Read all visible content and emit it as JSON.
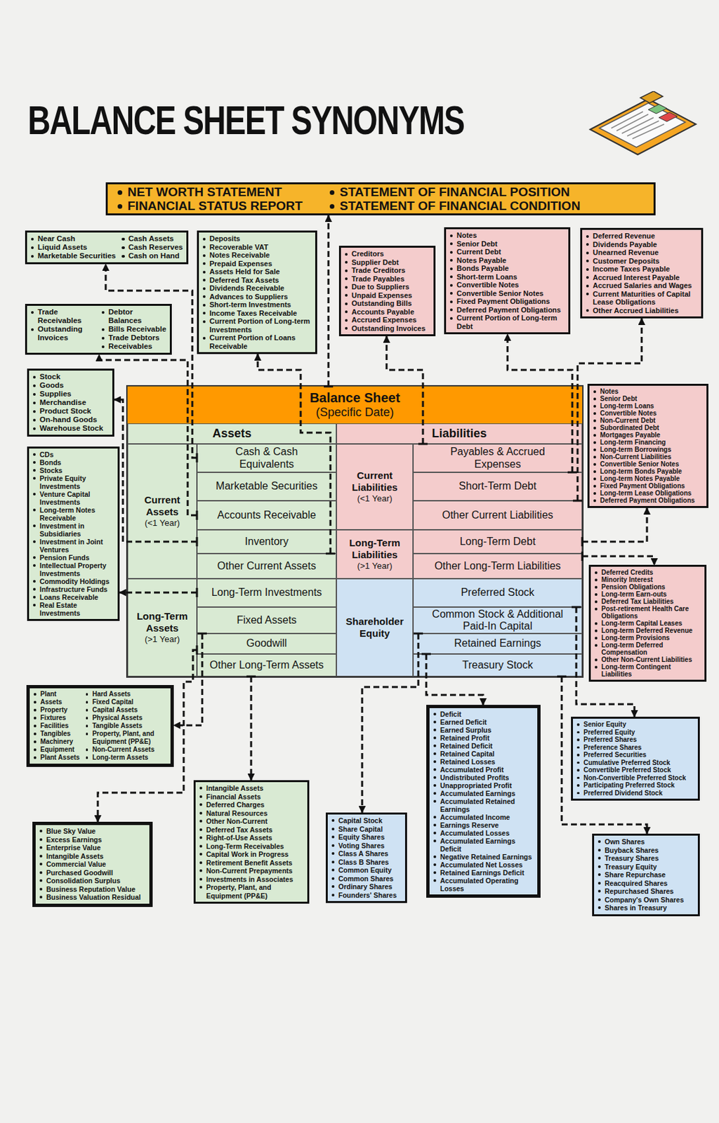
{
  "diagram": {
    "title": "BALANCE SHEET SYNONYMS",
    "nodes": [
      {
        "text": [
          "NET WORTH STATEMENT",
          "FINANCIAL STATUS REPORT",
          "STATEMENT OF FINANCIAL POSITION",
          "STATEMENT OF FINANCIAL CONDITION"
        ]
      },
      {
        "text": [
          "Near Cash",
          "Liquid Assets",
          "Marketable Securities",
          "Cash Assets",
          "Cash Reserves",
          "Cash on Hand"
        ]
      },
      {
        "text": [
          "Deposits",
          "Recoverable VAT",
          "Notes Receivable",
          "Prepaid Expenses",
          "Assets Held for Sale",
          "Deferred Tax Assets",
          "Dividends Receivable",
          "Advances to Suppliers",
          "Short-term Investments",
          "Income Taxes Receivable",
          "Current Portion of Long-term Investments",
          "Current Portion of Loans Receivable"
        ]
      },
      {
        "text": [
          "Creditors",
          "Supplier Debt",
          "Trade Creditors",
          "Trade Payables",
          "Due to Suppliers",
          "Unpaid Expenses",
          "Outstanding Bills",
          "Accounts Payable",
          "Accrued Expenses",
          "Outstanding Invoices"
        ]
      },
      {
        "text": [
          "Notes",
          "Senior Debt",
          "Current Debt",
          "Notes Payable",
          "Bonds Payable",
          "Short-term Loans",
          "Convertible Notes",
          "Convertible Senior Notes",
          "Fixed Payment Obligations",
          "Deferred Payment Obligations",
          "Current Portion of Long-term Debt"
        ]
      },
      {
        "text": [
          "Deferred Revenue",
          "Dividends Payable",
          "Unearned Revenue",
          "Customer Deposits",
          "Income Taxes Payable",
          "Accrued Interest Payable",
          "Accrued Salaries and Wages",
          "Current Maturities of Capital Lease Obligations",
          "Other Accrued Liabilities"
        ]
      },
      {
        "text": [
          "Trade Receivables",
          "Outstanding Invoices",
          "Debtor Balances",
          "Bills Receivable",
          "Trade Debtors",
          "Receivables"
        ]
      },
      {
        "text": [
          "Stock",
          "Goods",
          "Supplies",
          "Merchandise",
          "Product Stock",
          "On-hand Goods",
          "Warehouse Stock"
        ]
      },
      {
        "text": [
          "Notes",
          "Senior Debt",
          "Long-term Loans",
          "Convertible Notes",
          "Non-Current Debt",
          "Subordinated Debt",
          "Mortgages Payable",
          "Long-term Financing",
          "Long-term Borrowings",
          "Non-Current Liabilities",
          "Convertible Senior Notes",
          "Long-term Bonds Payable",
          "Long-term Notes Payable",
          "Fixed Payment Obligations",
          "Long-term Lease Obligations",
          "Deferred Payment Obligations"
        ]
      },
      {
        "text": [
          "Balance Sheet",
          "(Specific Date)"
        ]
      },
      {
        "text": [
          "Assets"
        ],
        "in": 9
      },
      {
        "text": [
          "Liabilities"
        ],
        "in": 9
      },
      {
        "text": [
          "Current Assets",
          "(<1 Year)"
        ],
        "in": 9
      },
      {
        "text": [
          "Cash & Cash Equivalents"
        ],
        "in": 9
      },
      {
        "text": [
          "Marketable Securities"
        ],
        "in": 9
      },
      {
        "text": [
          "Accounts Receivable"
        ],
        "in": 9
      },
      {
        "text": [
          "Inventory"
        ],
        "in": 9
      },
      {
        "text": [
          "Other Current Assets"
        ],
        "in": 9
      },
      {
        "text": [
          "Long-Term Assets",
          "(>1 Year)"
        ],
        "in": 9
      },
      {
        "text": [
          "Long-Term Investments"
        ],
        "in": 9
      },
      {
        "text": [
          "Fixed Assets"
        ],
        "in": 9
      },
      {
        "text": [
          "Goodwill"
        ],
        "in": 9
      },
      {
        "text": [
          "Other Long-Term Assets"
        ],
        "in": 9
      },
      {
        "text": [
          "Current Liabilities",
          "(<1 Year)"
        ],
        "in": 9
      },
      {
        "text": [
          "Payables & Accrued Expenses"
        ],
        "in": 9
      },
      {
        "text": [
          "Short-Term Debt"
        ],
        "in": 9
      },
      {
        "text": [
          "Other Current Liabilities"
        ],
        "in": 9
      },
      {
        "text": [
          "Long-Term Liabilities",
          "(>1 Year)"
        ],
        "in": 9
      },
      {
        "text": [
          "Long-Term Debt"
        ],
        "in": 9
      },
      {
        "text": [
          "Other Long-Term Liabilities"
        ],
        "in": 9
      },
      {
        "text": [
          "Shareholder Equity"
        ],
        "in": 9
      },
      {
        "text": [
          "Preferred Stock"
        ],
        "in": 9
      },
      {
        "text": [
          "Common Stock & Additional Paid-In Capital"
        ],
        "in": 9
      },
      {
        "text": [
          "Retained Earnings"
        ],
        "in": 9
      },
      {
        "text": [
          "Treasury Stock"
        ],
        "in": 9
      },
      {
        "text": [
          "CDs",
          "Bonds",
          "Stocks",
          "Private Equity Investments",
          "Venture Capital Investments",
          "Long-term Notes Receivable",
          "Investment in Subsidiaries",
          "Investment in Joint Ventures",
          "Pension Funds",
          "Intellectual Property Investments",
          "Commodity Holdings",
          "Infrastructure Funds",
          "Loans Receivable",
          "Real Estate Investments"
        ]
      },
      {
        "text": [
          "Deferred Credits",
          "Minority Interest",
          "Pension Obligations",
          "Long-term Earn-outs",
          "Deferred Tax Liabilities",
          "Post-retirement Health Care Obligations",
          "Long-term Capital Leases",
          "Long-term Deferred Revenue",
          "Long-term Provisions",
          "Long-term Deferred Compensation",
          "Other Non-Current Liabilities",
          "Long-term Contingent Liabilities"
        ]
      },
      {
        "text": [
          "Plant",
          "Assets",
          "Property",
          "Fixtures",
          "Facilities",
          "Tangibles",
          "Machinery",
          "Equipment",
          "Plant Assets",
          "Hard Assets",
          "Fixed Capital",
          "Capital Assets",
          "Physical Assets",
          "Tangible Assets",
          "Property, Plant, and Equipment (PP&E)",
          "Non-Current Assets",
          "Long-term Assets"
        ]
      },
      {
        "text": [
          "Deficit",
          "Earned Deficit",
          "Earned Surplus",
          "Retained Profit",
          "Retained Deficit",
          "Retained Capital",
          "Retained Losses",
          "Accumulated Profit",
          "Undistributed Profits",
          "Unappropriated Profit",
          "Accumulated Earnings",
          "Accumulated Retained Earnings",
          "Accumulated Income",
          "Earnings Reserve",
          "Accumulated Losses",
          "Accumulated Earnings Deficit",
          "Negative Retained Earnings",
          "Accumulated Net Losses",
          "Retained Earnings Deficit",
          "Accumulated Operating Losses"
        ]
      },
      {
        "text": [
          "Senior Equity",
          "Preferred Equity",
          "Preferred Shares",
          "Preference Shares",
          "Preferred Securities",
          "Cumulative Preferred Stock",
          "Convertible Preferred Stock",
          "Non-Convertible Preferred Stock",
          "Participating Preferred Stock",
          "Preferred Dividend Stock"
        ]
      },
      {
        "text": [
          "Intangible Assets",
          "Financial Assets",
          "Deferred Charges",
          "Natural Resources",
          "Other Non-Current",
          "Deferred Tax Assets",
          "Right-of-Use Assets",
          "Long-Term Receivables",
          "Capital Work in Progress",
          "Retirement Benefit Assets",
          "Non-Current Prepayments",
          "Investments in Associates",
          "Property, Plant, and Equipment (PP&E)"
        ]
      },
      {
        "text": [
          "Capital Stock",
          "Share Capital",
          "Equity Shares",
          "Voting Shares",
          "Class A Shares",
          "Class B Shares",
          "Common Equity",
          "Common Shares",
          "Ordinary Shares",
          "Founders' Shares"
        ]
      },
      {
        "text": [
          "Blue Sky Value",
          "Excess Earnings",
          "Enterprise Value",
          "Intangible Assets",
          "Commercial Value",
          "Purchased Goodwill",
          "Consolidation Surplus",
          "Business Reputation Value",
          "Business Valuation Residual"
        ]
      },
      {
        "text": [
          "Own Shares",
          "Buyback Shares",
          "Treasury Shares",
          "Treasury Equity",
          "Share Repurchase",
          "Reacquired Shares",
          "Repurchased Shares",
          "Company's Own Shares",
          "Shares in Treasury"
        ]
      }
    ],
    "edges": [
      {
        "from": 9,
        "to": 0,
        "arrow": "to"
      },
      {
        "from": 13,
        "to": 1,
        "arrow": "to"
      },
      {
        "from": 15,
        "to": 6,
        "arrow": "to"
      },
      {
        "from": 16,
        "to": 7,
        "arrow": "to"
      },
      {
        "from": 17,
        "to": 2,
        "arrow": "to"
      },
      {
        "from": 19,
        "to": 35,
        "arrow": "to"
      },
      {
        "from": 20,
        "to": 37,
        "arrow": "to"
      },
      {
        "from": 21,
        "to": 42,
        "arrow": "to"
      },
      {
        "from": 22,
        "to": 40,
        "arrow": "to"
      },
      {
        "from": 24,
        "to": 3,
        "arrow": "to"
      },
      {
        "from": 25,
        "to": 4,
        "arrow": "to"
      },
      {
        "from": 26,
        "to": 5,
        "arrow": "to"
      },
      {
        "from": 28,
        "to": 8,
        "arrow": "to"
      },
      {
        "from": 29,
        "to": 36,
        "arrow": "to"
      },
      {
        "from": 31,
        "to": 39,
        "arrow": "to"
      },
      {
        "from": 32,
        "to": 41,
        "arrow": "to"
      },
      {
        "from": 33,
        "to": 38,
        "arrow": "to"
      },
      {
        "from": 34,
        "to": 43,
        "arrow": "to"
      }
    ]
  }
}
